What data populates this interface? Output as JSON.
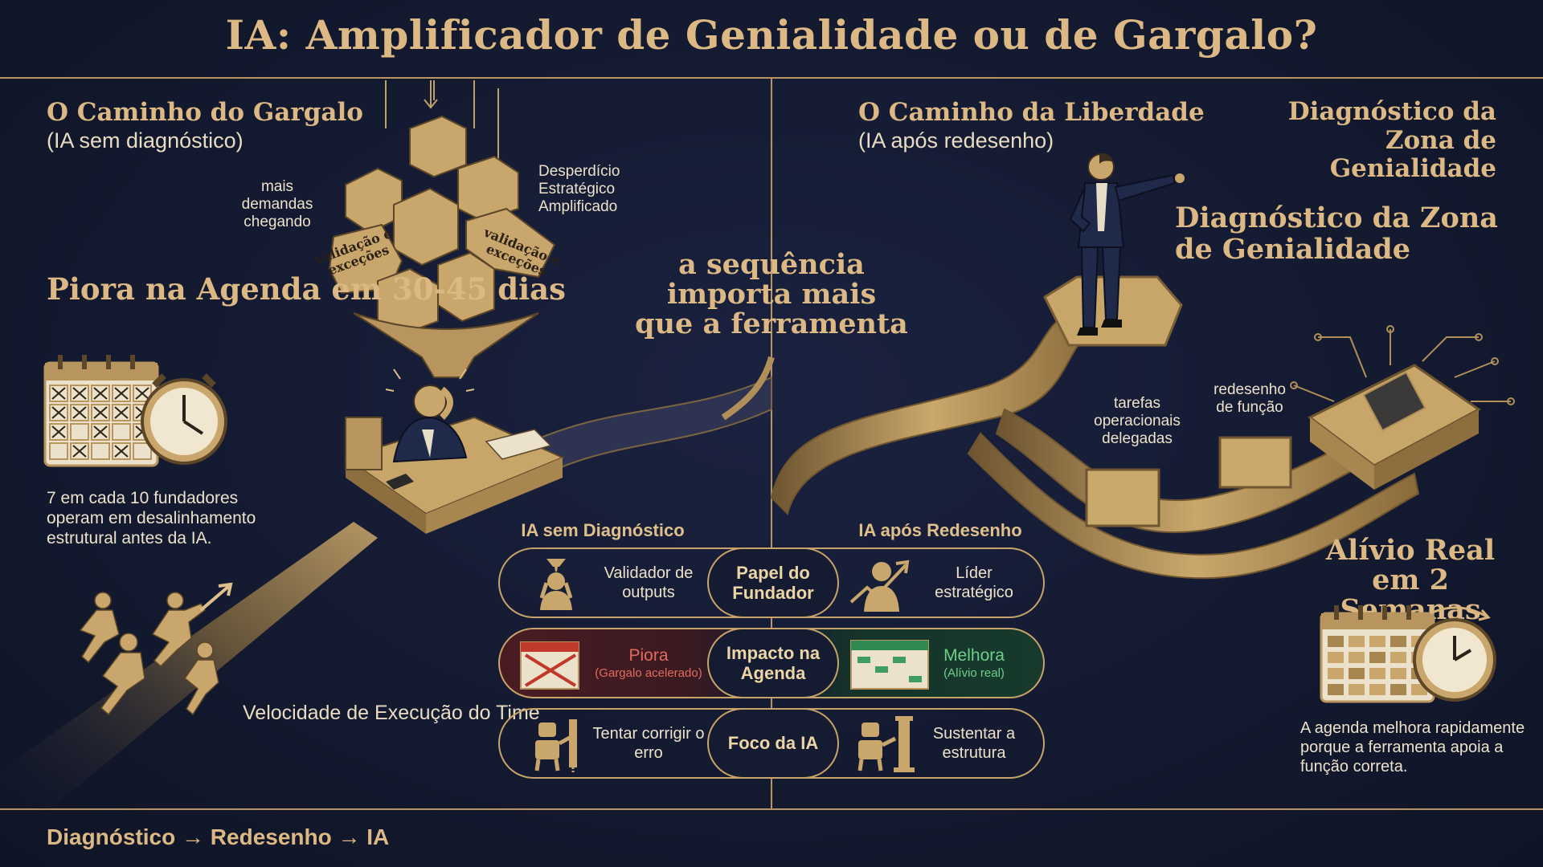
{
  "title": "IA: Amplificador de Genialidade ou de Gargalo?",
  "left": {
    "heading": "O Caminho do Gargalo",
    "subheading": "(IA sem diagnóstico)",
    "label_demands": "mais demandas chegando",
    "label_waste": "Desperdício Estratégico Amplificado",
    "box_label_1": "validação e exceções",
    "box_label_2": "validação e exceções",
    "agenda_title": "Piora na Agenda em 30-45 dias",
    "stat_text": "7 em cada 10 fundadores operam em desalinhamento estrutural antes da IA.",
    "team_speed": "Velocidade de Execução do Time"
  },
  "center": {
    "tagline": "a sequência importa mais que a ferramenta",
    "col_left": "IA sem Diagnóstico",
    "col_right": "IA após Redesenho",
    "rows": [
      {
        "left": "Validador de outputs",
        "center": "Papel do Fundador",
        "right": "Líder estratégico"
      },
      {
        "left": "Piora",
        "left_sub": "(Gargalo acelerado)",
        "center": "Impacto na Agenda",
        "right": "Melhora",
        "right_sub": "(Alívio real)"
      },
      {
        "left": "Tentar corrigir o erro",
        "center": "Foco da IA",
        "right": "Sustentar a estrutura"
      }
    ]
  },
  "right": {
    "heading": "O Caminho da Liberdade",
    "subheading": "(IA após redesenho)",
    "corner_title": "Diagnóstico da Zona de Genialidade",
    "main_title": "Diagnóstico da Zona de Genialidade",
    "label_tasks": "tarefas operacionais delegadas",
    "label_redesign": "redesenho de função",
    "relief_title": "Alívio Real em 2 Semanas",
    "relief_text": "A agenda melhora rapidamente porque a ferramenta apoia a função correta."
  },
  "footer": "Diagnóstico → Redesenho → IA",
  "colors": {
    "gold": "#d6b47c",
    "bg": "#141a30",
    "bad": "#c0392b",
    "good": "#4caf6a"
  }
}
